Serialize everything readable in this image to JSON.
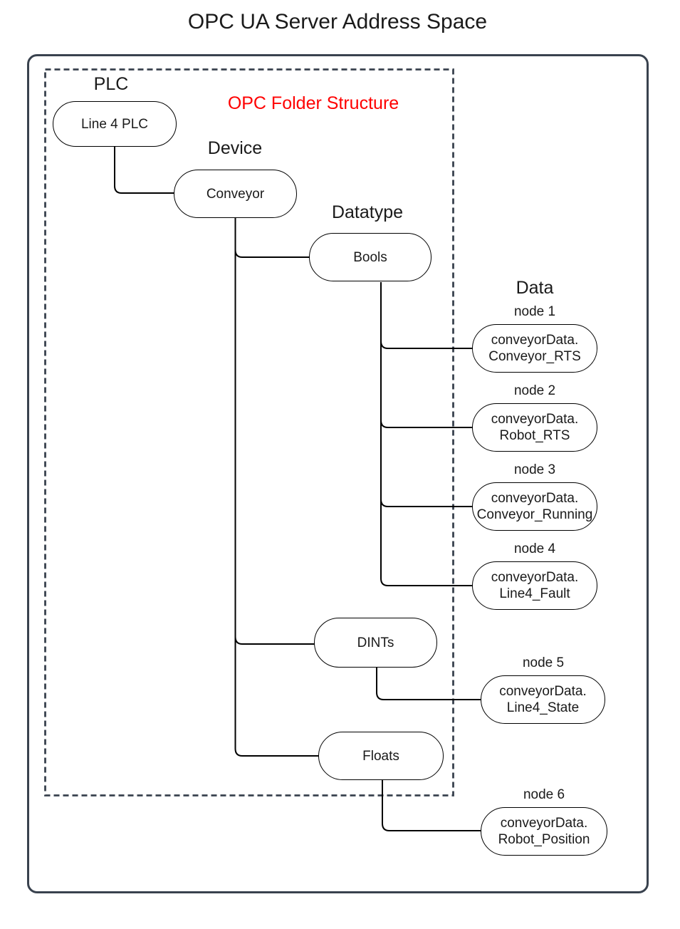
{
  "title": "OPC UA Server Address Space",
  "annotation": {
    "label": "OPC Folder Structure"
  },
  "headings": {
    "plc": "PLC",
    "device": "Device",
    "datatype": "Datatype",
    "data": "Data"
  },
  "tree": {
    "plc": "Line 4 PLC",
    "device": "Conveyor",
    "datatypes": [
      "Bools",
      "DINTs",
      "Floats"
    ]
  },
  "nodes": [
    {
      "label": "node 1",
      "line1": "conveyorData.",
      "line2": "Conveyor_RTS"
    },
    {
      "label": "node 2",
      "line1": "conveyorData.",
      "line2": "Robot_RTS"
    },
    {
      "label": "node 3",
      "line1": "conveyorData.",
      "line2": "Conveyor_Running"
    },
    {
      "label": "node 4",
      "line1": "conveyorData.",
      "line2": "Line4_Fault"
    },
    {
      "label": "node 5",
      "line1": "conveyorData.",
      "line2": "Line4_State"
    },
    {
      "label": "node 6",
      "line1": "conveyorData.",
      "line2": "Robot_Position"
    }
  ],
  "colors": {
    "frame": "#39424E",
    "annotation_red": "#FF0000",
    "connector": "#000000",
    "text": "#1A1A1A",
    "node_fill": "#FFFFFF"
  }
}
